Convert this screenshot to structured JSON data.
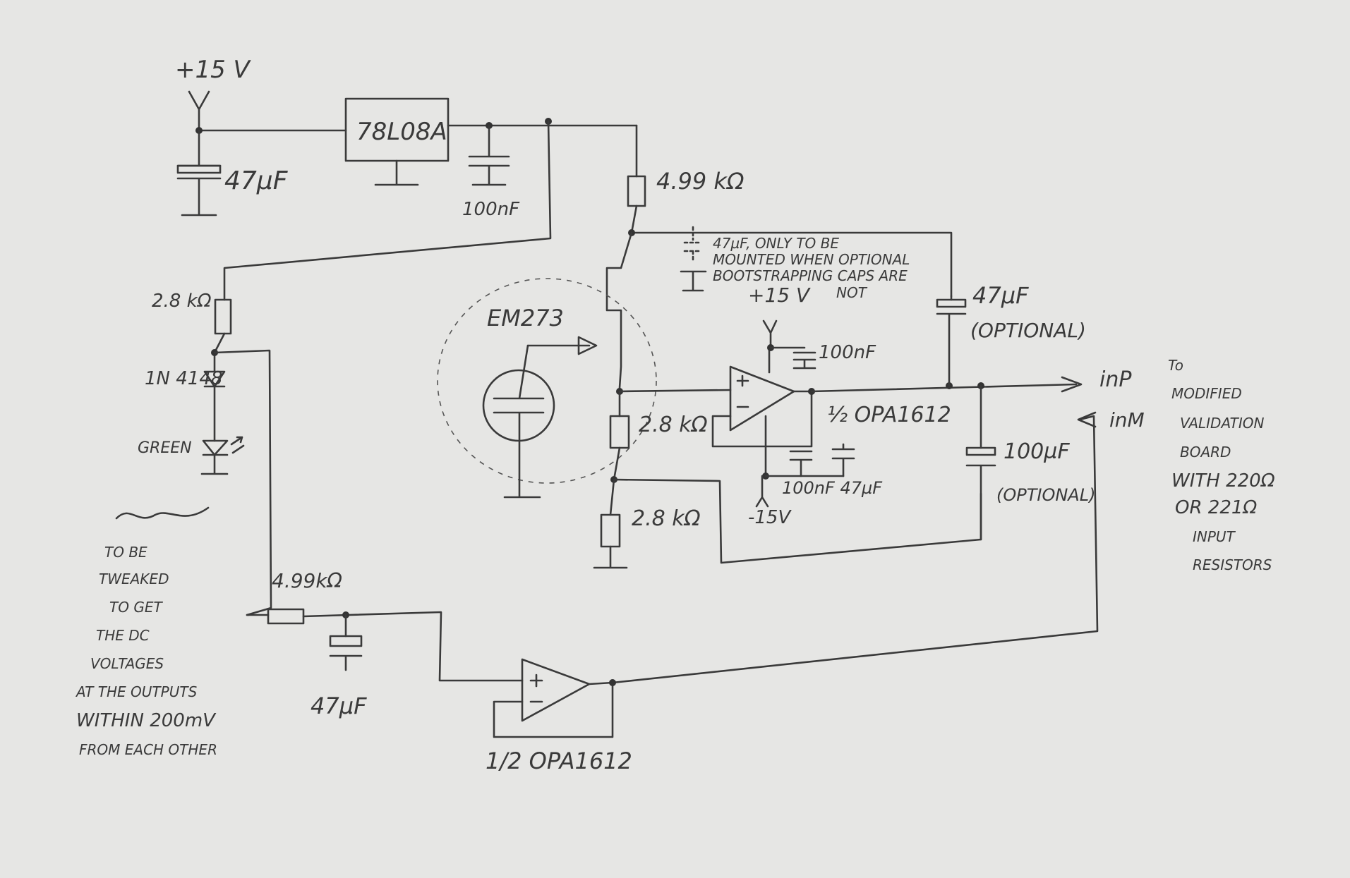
{
  "labels": {
    "vplus_top": "+15 V",
    "regulator": "78L08A",
    "cap_in": "47µF",
    "cap_reg": "100nF",
    "r_top": "4.99 kΩ",
    "r_bias_left": "2.8 kΩ",
    "diode": "1N 4148",
    "led": "GREEN",
    "mic": "EM273",
    "note_47uf": [
      "47µF, ONLY TO BE",
      "MOUNTED WHEN OPTIONAL",
      "BOOTSTRAPPING CAPS ARE",
      "NOT"
    ],
    "note_vplus": "+15 V",
    "cap_bootstrap_top": "47µF",
    "optional_top": "(OPTIONAL)",
    "opamp_cap_top": "100nF",
    "opamp_top": "½ OPA1612",
    "r_source_1": "2.8 kΩ",
    "r_source_2": "2.8 kΩ",
    "supply_caps": "100nF 47µF",
    "vminus": "-15V",
    "cap_bootstrap_bottom": "100µF",
    "optional_bottom": "(OPTIONAL)",
    "inp": "inP",
    "inm": "inM",
    "right_note": [
      "To",
      "MODIFIED",
      "VALIDATION",
      "BOARD",
      "WITH 220Ω",
      "OR 221Ω",
      "INPUT",
      "RESISTORS"
    ],
    "tweak_note": [
      "TO BE",
      "TWEAKED",
      "TO GET",
      "THE DC",
      "VOLTAGES",
      "AT THE OUTPUTS",
      "WITHIN 200mV",
      "FROM EACH OTHER"
    ],
    "r_bottom": "4.99kΩ",
    "cap_bottom": "47µF",
    "opamp_bottom": "1/2 OPA1612"
  }
}
